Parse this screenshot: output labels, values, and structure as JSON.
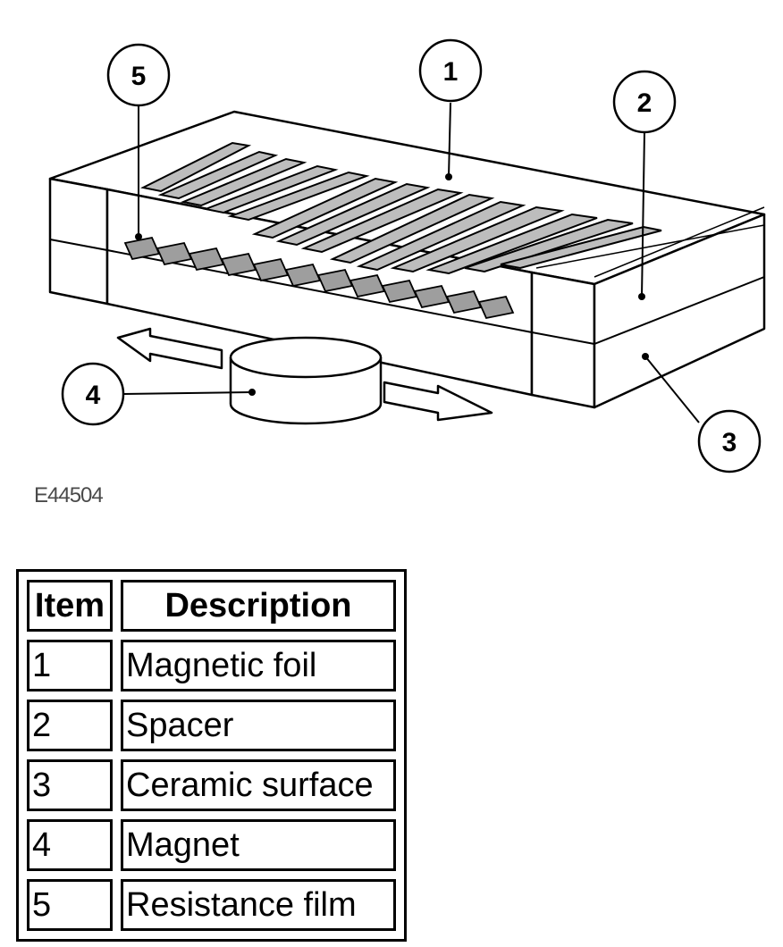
{
  "diagram": {
    "callouts": [
      {
        "id": "1",
        "label": "1"
      },
      {
        "id": "2",
        "label": "2"
      },
      {
        "id": "3",
        "label": "3"
      },
      {
        "id": "4",
        "label": "4"
      },
      {
        "id": "5",
        "label": "5"
      }
    ],
    "figure_code": "E44504"
  },
  "legend": {
    "headers": {
      "item": "Item",
      "description": "Description"
    },
    "rows": [
      {
        "item": "1",
        "description": "Magnetic foil"
      },
      {
        "item": "2",
        "description": "Spacer"
      },
      {
        "item": "3",
        "description": "Ceramic surface"
      },
      {
        "item": "4",
        "description": "Magnet"
      },
      {
        "item": "5",
        "description": "Resistance film"
      }
    ]
  }
}
